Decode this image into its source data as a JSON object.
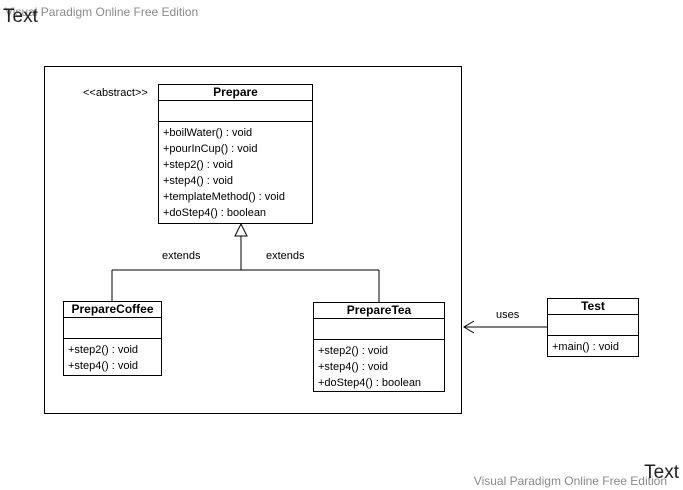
{
  "watermark": {
    "top": "Visual Paradigm Online Free Edition",
    "bottom": "Visual Paradigm Online Free Edition"
  },
  "overlay_text": {
    "top_left": "Text",
    "bottom_right": "Text"
  },
  "classes": {
    "prepare": {
      "stereotype": "<<abstract>>",
      "name": "Prepare",
      "operations": [
        "+boilWater() : void",
        "+pourInCup() : void",
        "+step2() : void",
        "+step4() : void",
        "+templateMethod() : void",
        "+doStep4() : boolean"
      ]
    },
    "prepare_coffee": {
      "name": "PrepareCoffee",
      "operations": [
        "+step2() : void",
        "+step4() : void"
      ]
    },
    "prepare_tea": {
      "name": "PrepareTea",
      "operations": [
        "+step2() : void",
        "+step4() : void",
        "+doStep4() : boolean"
      ]
    },
    "test": {
      "name": "Test",
      "operations": [
        "+main() : void"
      ]
    }
  },
  "relations": {
    "extends_left": "extends",
    "extends_right": "extends",
    "uses": "uses"
  }
}
